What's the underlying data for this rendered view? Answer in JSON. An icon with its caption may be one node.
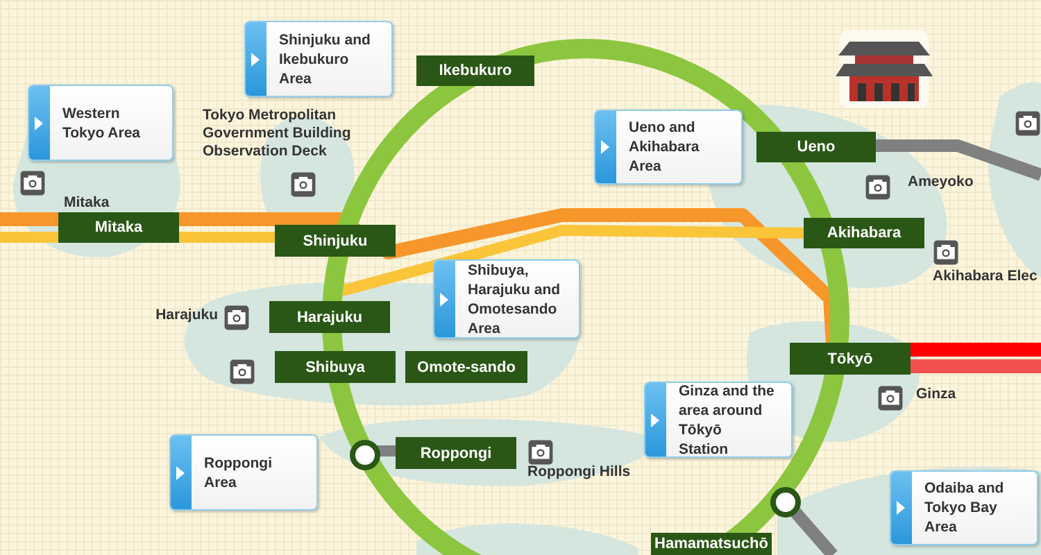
{
  "diagram": {
    "nodes": [
      {
        "text": [
          "Shinjuku and Ikebukuro Area"
        ]
      },
      {
        "text": [
          "Ikebukuro"
        ]
      },
      {
        "text": [
          "Western Tokyo Area"
        ]
      },
      {
        "text": [
          "Ueno and Akihabara Area"
        ]
      },
      {
        "text": [
          "Ueno"
        ]
      },
      {
        "text": [
          "Mitaka"
        ]
      },
      {
        "text": [
          "Akihabara"
        ]
      },
      {
        "text": [
          "Shinjuku"
        ]
      },
      {
        "text": [
          "Shibuya, Harajuku and Omotesando Area"
        ]
      },
      {
        "text": [
          "Harajuku"
        ]
      },
      {
        "text": [
          "Tōkyō"
        ]
      },
      {
        "text": [
          "Shibuya"
        ]
      },
      {
        "text": [
          "Omote-sando"
        ]
      },
      {
        "text": [
          "Ginza and the area around Tōkyō Station"
        ]
      },
      {
        "text": [
          "Roppongi Area"
        ]
      },
      {
        "text": [
          "Roppongi"
        ]
      },
      {
        "text": [
          "Odaiba and Tokyo Bay Area"
        ]
      },
      {
        "text": [
          "Hamamatsuchō"
        ]
      }
    ],
    "labels": [
      "Tokyo Metropolitan Government Building Observation Deck",
      "Mitaka",
      "Ameyoko",
      "Akihabara Elec",
      "Harajuku",
      "Ginza",
      "Roppongi Hills"
    ]
  }
}
